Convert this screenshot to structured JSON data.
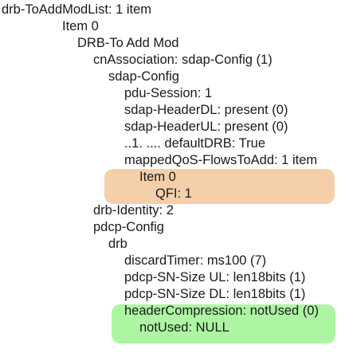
{
  "highlight_colors": {
    "qos_item": "#f4cfaa",
    "header_compression": "#adf5a2"
  },
  "tree": {
    "drb_list": "drb-ToAddModList: 1 item",
    "item0": "Item 0",
    "drb_to_add_mod": "DRB-To Add Mod",
    "cn_association": "cnAssociation: sdap-Config (1)",
    "sdap_config": "sdap-Config",
    "pdu_session": "pdu-Session: 1",
    "sdap_header_dl": "sdap-HeaderDL: present (0)",
    "sdap_header_ul": "sdap-HeaderUL: present (0)",
    "default_drb": "..1. .... defaultDRB: True",
    "mapped_qos": "mappedQoS-FlowsToAdd: 1 item",
    "qos_item0": "Item 0",
    "qfi": "QFI: 1",
    "drb_identity": "drb-Identity: 2",
    "pdcp_config": "pdcp-Config",
    "drb": "drb",
    "discard_timer": "discardTimer: ms100 (7)",
    "pdcp_sn_ul": "pdcp-SN-Size UL: len18bits (1)",
    "pdcp_sn_dl": "pdcp-SN-Size DL: len18bits (1)",
    "header_compression": "headerCompression: notUsed (0)",
    "not_used": "notUsed: NULL"
  }
}
